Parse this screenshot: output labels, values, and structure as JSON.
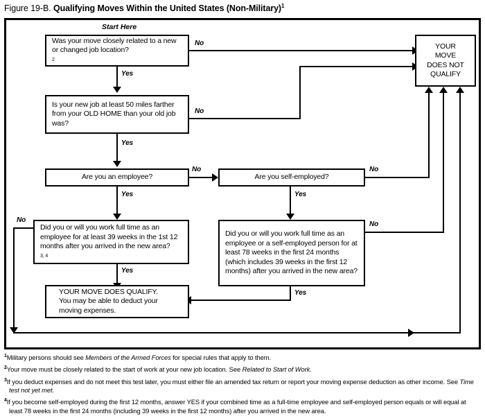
{
  "figure": {
    "label": "Figure 19-B.",
    "name": "Qualifying Moves Within the United States (Non-Military)",
    "title_footnote_marker": "1"
  },
  "start_label": "Start Here",
  "boxes": {
    "q1": {
      "text": "Was your move closely related to a new or changed job location?",
      "footnote_marker": "2"
    },
    "q2": {
      "text": "Is your new job at least 50 miles farther from your OLD HOME than your old job was?"
    },
    "q3": {
      "text": "Are you an employee?"
    },
    "q4": {
      "text": "Are you self-employed?"
    },
    "q5": {
      "text": "Did you or will you work full time as an employee for at least 39 weeks in the 1st 12 months after you arrived in the new area?",
      "footnote_marker": "3, 4"
    },
    "q6": {
      "text": "Did you or will you work full time as an employee or a self-employed person for at least 78 weeks in the first 24 months (which includes 39 weeks in the first 12 months) after you arrived in the new area?"
    },
    "qualify": {
      "line1": "YOUR MOVE DOES QUALIFY.",
      "line2": "You may be able to deduct your",
      "line3": "moving expenses."
    },
    "not_qualify": {
      "line1": "YOUR",
      "line2": "MOVE",
      "line3": "DOES NOT",
      "line4": "QUALIFY"
    }
  },
  "edge_labels": {
    "q1_no": "No",
    "q1_yes": "Yes",
    "q2_no": "No",
    "q2_yes": "Yes",
    "q3_no": "No",
    "q3_yes": "Yes",
    "q4_no": "No",
    "q4_yes": "Yes",
    "q5_no": "No",
    "q5_yes": "Yes",
    "q6_no": "No",
    "q6_yes": "Yes"
  },
  "footnotes": [
    {
      "marker": "1",
      "parts": [
        {
          "t": "Military persons should see ",
          "i": false
        },
        {
          "t": "Members of the Armed Forces",
          "i": true
        },
        {
          "t": " for special rules that apply to them.",
          "i": false
        }
      ]
    },
    {
      "marker": "2",
      "parts": [
        {
          "t": "Your move must be closely related to the start of work at your new job location. See ",
          "i": false
        },
        {
          "t": "Related to Start of Work.",
          "i": true
        }
      ]
    },
    {
      "marker": "3",
      "parts": [
        {
          "t": "If you deduct expenses and do not meet this test later, you must either file an amended tax return or report your moving expense deduction as other income. See ",
          "i": false
        },
        {
          "t": "Time test not yet met.",
          "i": true
        }
      ]
    },
    {
      "marker": "4",
      "parts": [
        {
          "t": "If you become self-employed during the first 12 months, answer YES if your combined time as a full-time employee and self-employed person equals or will equal at least 78 weeks in the first 24 months (including 39 weeks in the first 12 months) after you arrived in the new area.",
          "i": false
        }
      ]
    }
  ],
  "colors": {
    "ink": "#000000",
    "paper": "#ffffff"
  }
}
